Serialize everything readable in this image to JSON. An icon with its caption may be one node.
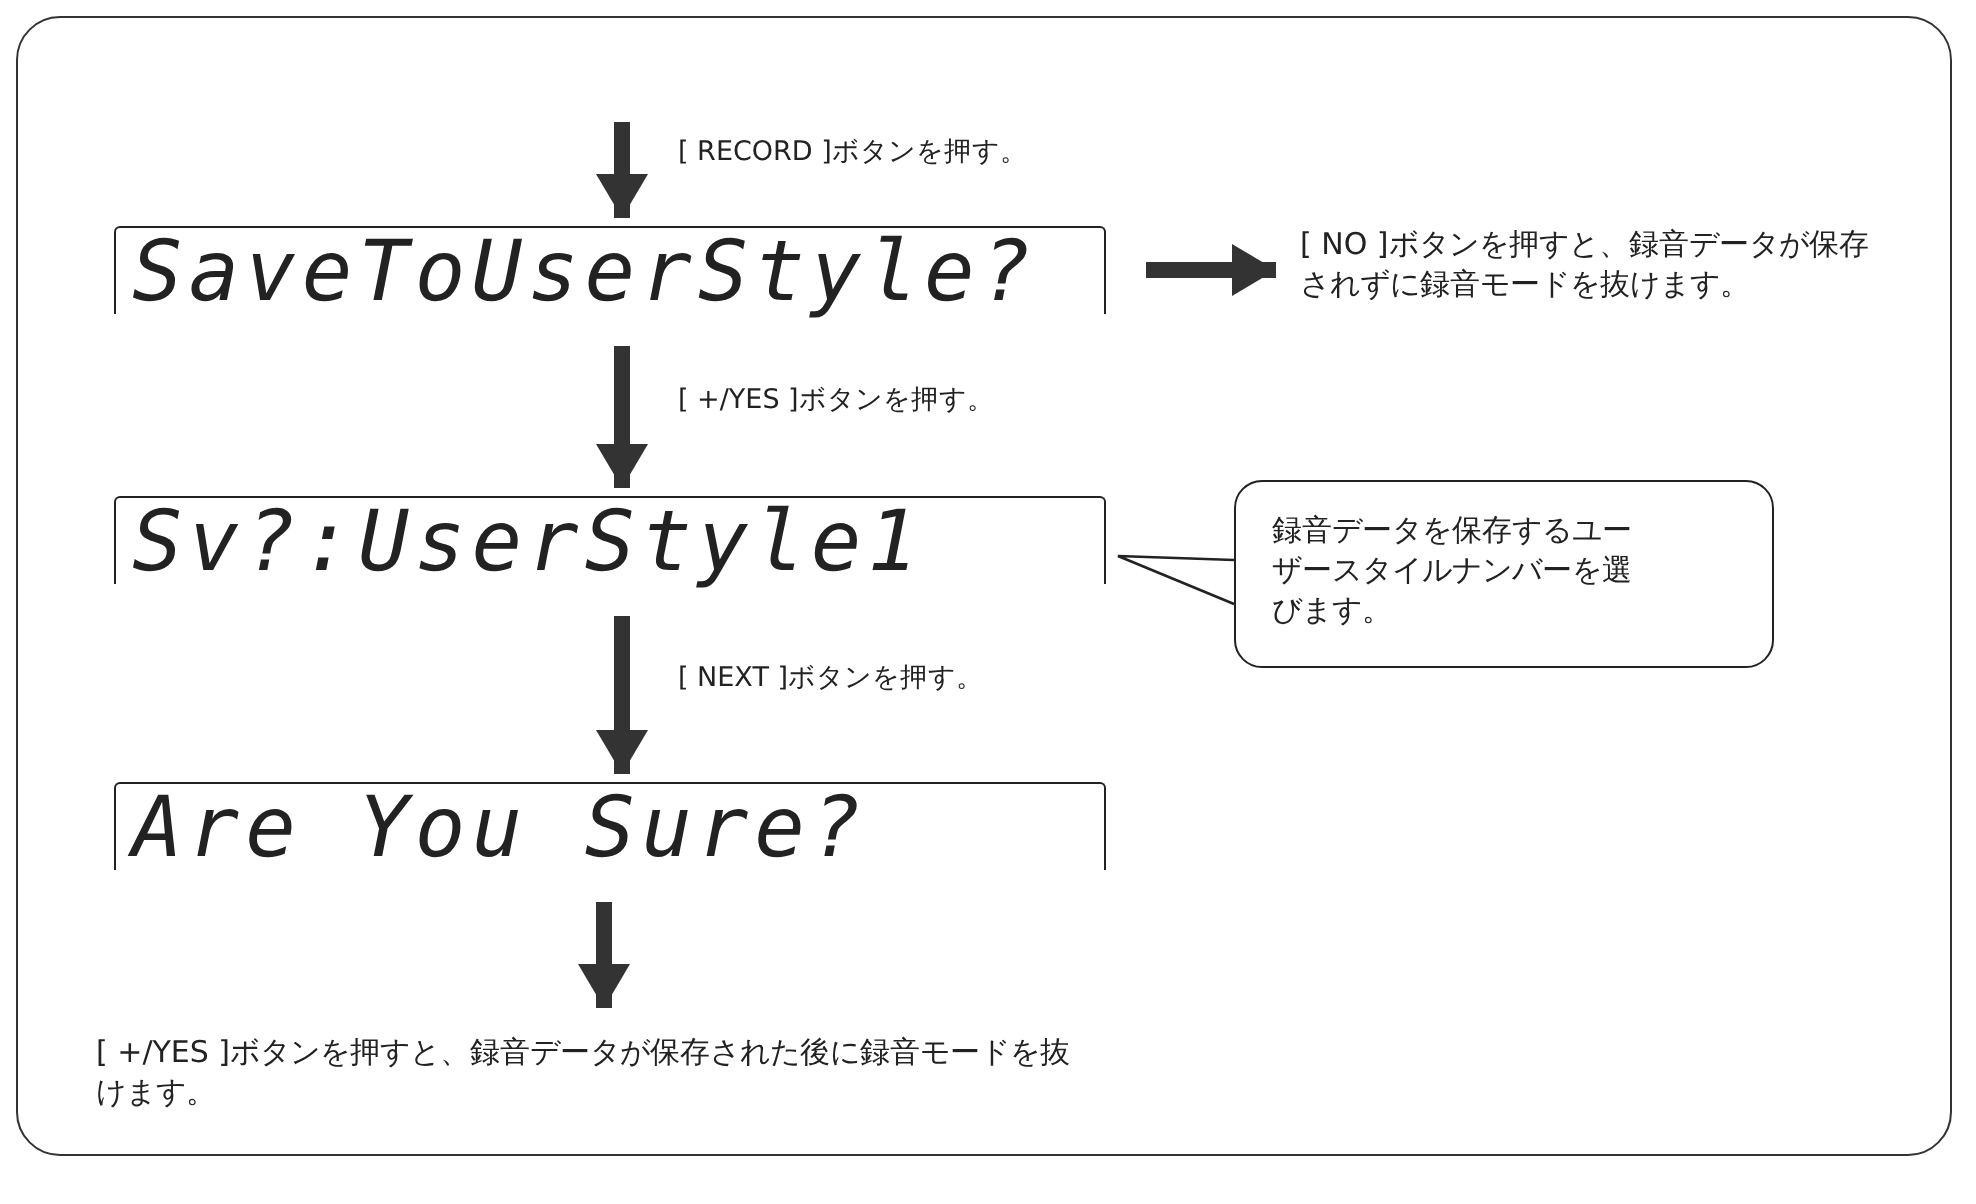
{
  "diagram": {
    "nodes": [
      {
        "text": [
          "SaveToUserStyle?"
        ]
      },
      {
        "text": [
          "Sv?:UserStyle1"
        ]
      },
      {
        "text": [
          "Are You Sure?"
        ]
      },
      {
        "text": [
          "[ NO ]ボタンを押すと、録音データが保存されずに録音モードを抜けます。"
        ]
      },
      {
        "text": [
          "録音データを保存するユーザースタイルナンバーを選びます。"
        ]
      },
      {
        "text": [
          "[ +/YES ]ボタンを押すと、録音データが保存された後に録音モードを抜けます。"
        ]
      }
    ],
    "edges": [
      {
        "from": null,
        "to": 0,
        "arrow": "to",
        "label": "[ RECORD ]ボタンを押す。"
      },
      {
        "from": 0,
        "to": 3,
        "arrow": "to"
      },
      {
        "from": 0,
        "to": 1,
        "arrow": "to",
        "label": "[ +/YES ]ボタンを押す。"
      },
      {
        "from": 4,
        "to": 1,
        "arrow": "none"
      },
      {
        "from": 1,
        "to": 2,
        "arrow": "to",
        "label": "[ NEXT ]ボタンを押す。"
      },
      {
        "from": 2,
        "to": 5,
        "arrow": "to"
      }
    ]
  }
}
